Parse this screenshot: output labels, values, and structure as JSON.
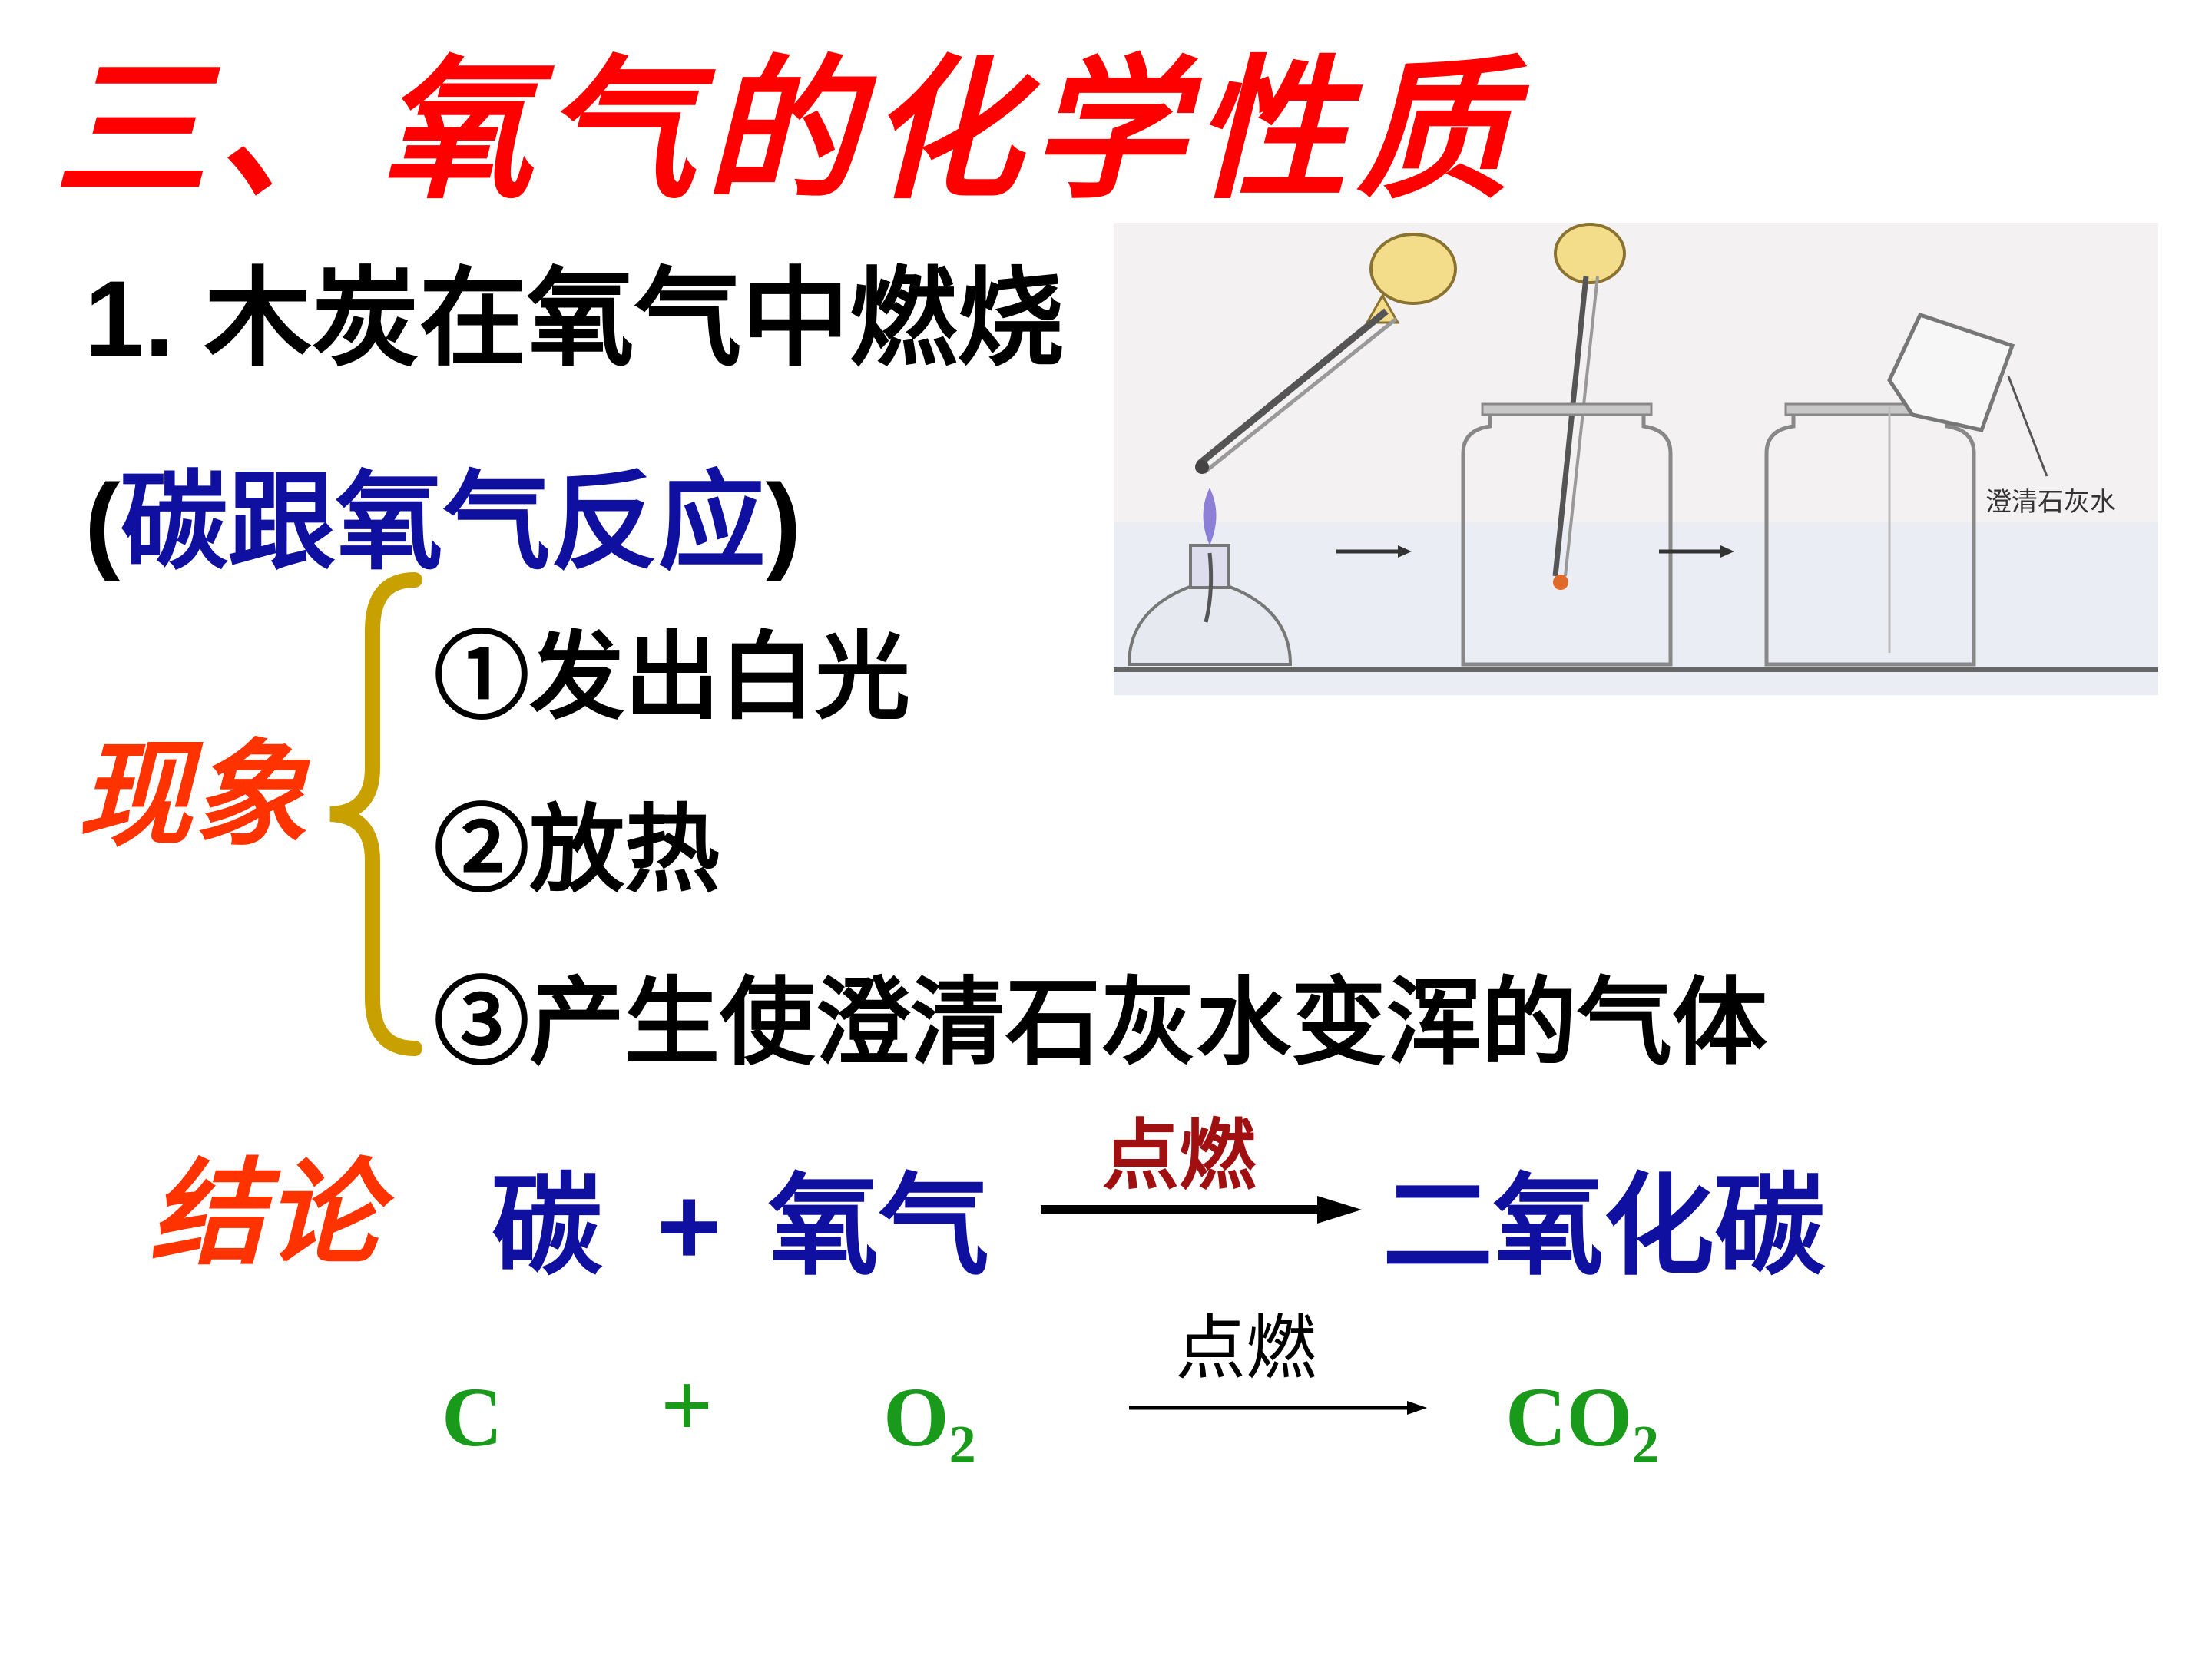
{
  "slide": {
    "title": "三、氧气的化学性质",
    "subtitle": "1. 木炭在氧气中燃烧",
    "reaction_open": "(",
    "reaction_name": "碳跟氧气反应",
    "reaction_close": ")",
    "phenomena_label": "现象",
    "observations": [
      "①发出白光",
      "②放热",
      "③产生使澄清石灰水变浑的气体"
    ],
    "conclusion_label": "结论",
    "word_equation": {
      "reactant1": "碳",
      "plus": "+",
      "reactant2": "氧气",
      "condition": "点燃",
      "product": "二氧化碳"
    },
    "chemical_equation": {
      "reactant1": "C",
      "plus": "+",
      "reactant2_base": "O",
      "reactant2_sub": "2",
      "condition": "点燃",
      "product_base": "CO",
      "product_sub": "2"
    },
    "illustration": {
      "caption": "澄清石灰水"
    }
  },
  "colors": {
    "title": "#ff0000",
    "label": "#ff3300",
    "reaction": "#1010a0",
    "formula": "#1a9a1a",
    "brace": "#c8a000"
  }
}
